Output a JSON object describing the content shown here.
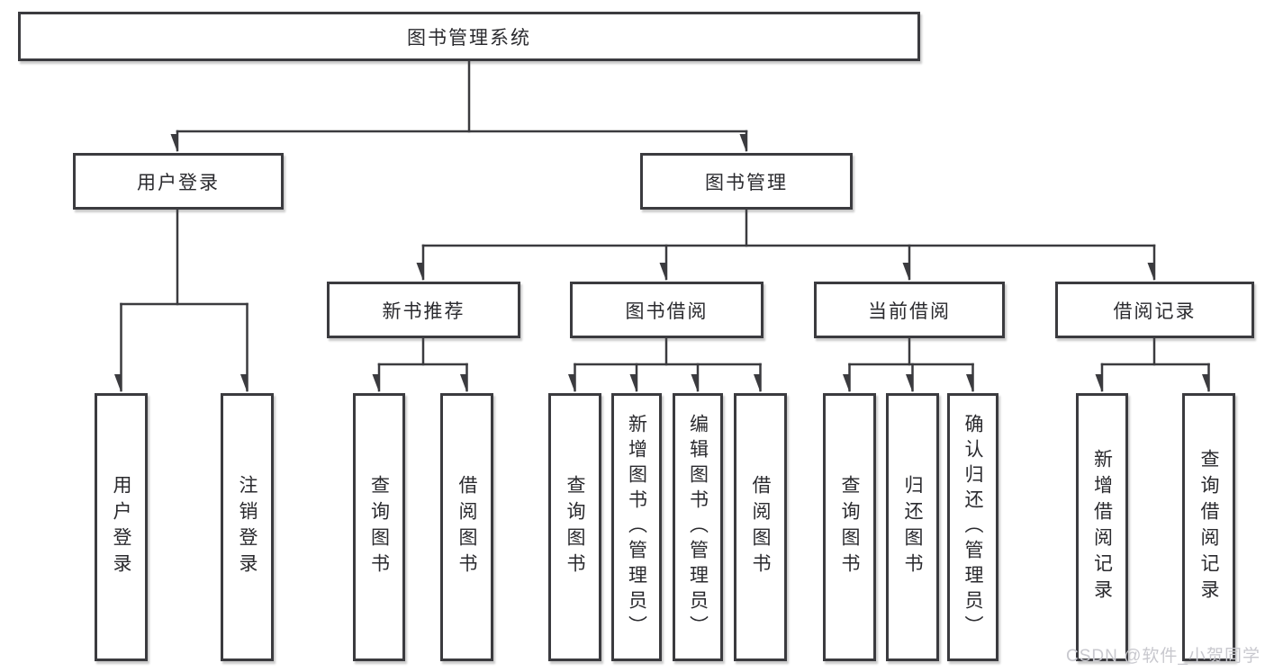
{
  "nodes": {
    "root": "图书管理系统",
    "user_login": "用户登录",
    "book_mgmt": "图书管理",
    "new_book_rec": "新书推荐",
    "book_borrow": "图书借阅",
    "current_borrow": "当前借阅",
    "borrow_records": "借阅记录",
    "ul_user_login": "用户登录",
    "ul_logout": "注销登录",
    "nr_query_book": "查询图书",
    "nr_borrow_book": "借阅图书",
    "bb_query_book": "查询图书",
    "bb_add_book": "新增图书（管理员）",
    "bb_edit_book": "编辑图书（管理员）",
    "bb_borrow_book": "借阅图书",
    "cb_query_book": "查询图书",
    "cb_return_book": "归还图书",
    "cb_confirm_return": "确认归还（管理员）",
    "br_add_record": "新增借阅记录",
    "br_query_record": "查询借阅记录"
  },
  "watermark": "CSDN @软件_小贺同学"
}
